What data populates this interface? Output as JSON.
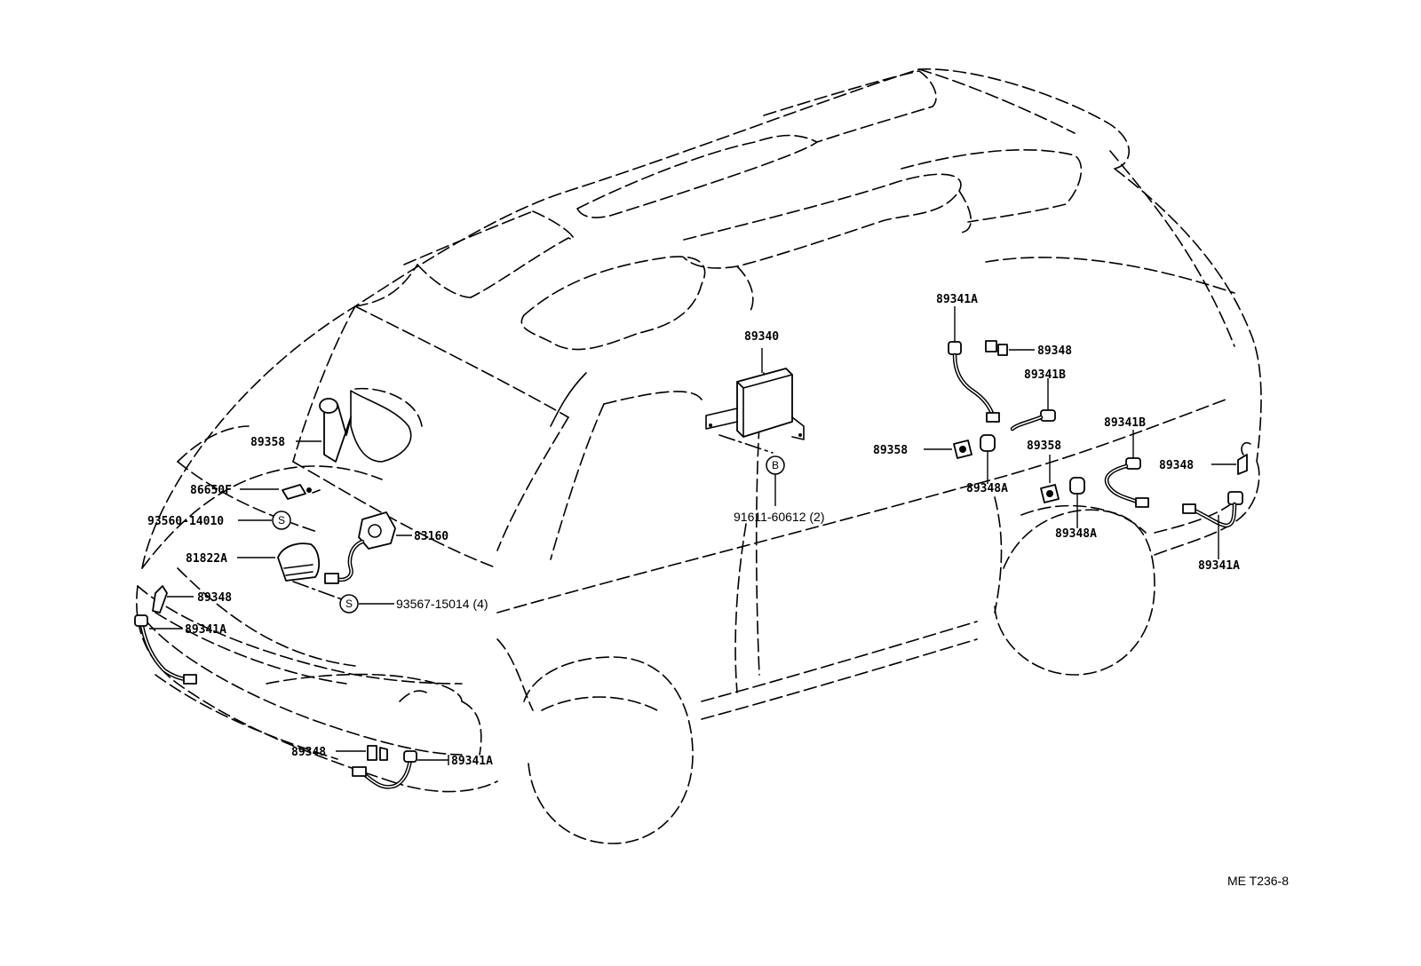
{
  "figure": {
    "code": "ME T236-8"
  },
  "symbols": {
    "s": "S",
    "b": "B"
  },
  "labels": {
    "p89341A_top": "89341A",
    "p89348_top": "89348",
    "p89341B_mid": "89341B",
    "p89340": "89340",
    "p91611": "91611-60612 (2)",
    "p89358_mid": "89358",
    "p89348A_mid": "89348A",
    "p89358_right": "89358",
    "p89348A_right": "89348A",
    "p89341B_right": "89341B",
    "p89348_right": "89348",
    "p89341A_right": "89341A",
    "p89358_left": "89358",
    "p86650F": "86650F",
    "p93560": "93560-14010",
    "p83160": "83160",
    "p81822A": "81822A",
    "p93567": "93567-15014 (4)",
    "p89348_left": "89348",
    "p89341A_left": "89341A",
    "p89348_bottom": "89348",
    "p89341A_bottom": "89341A"
  }
}
